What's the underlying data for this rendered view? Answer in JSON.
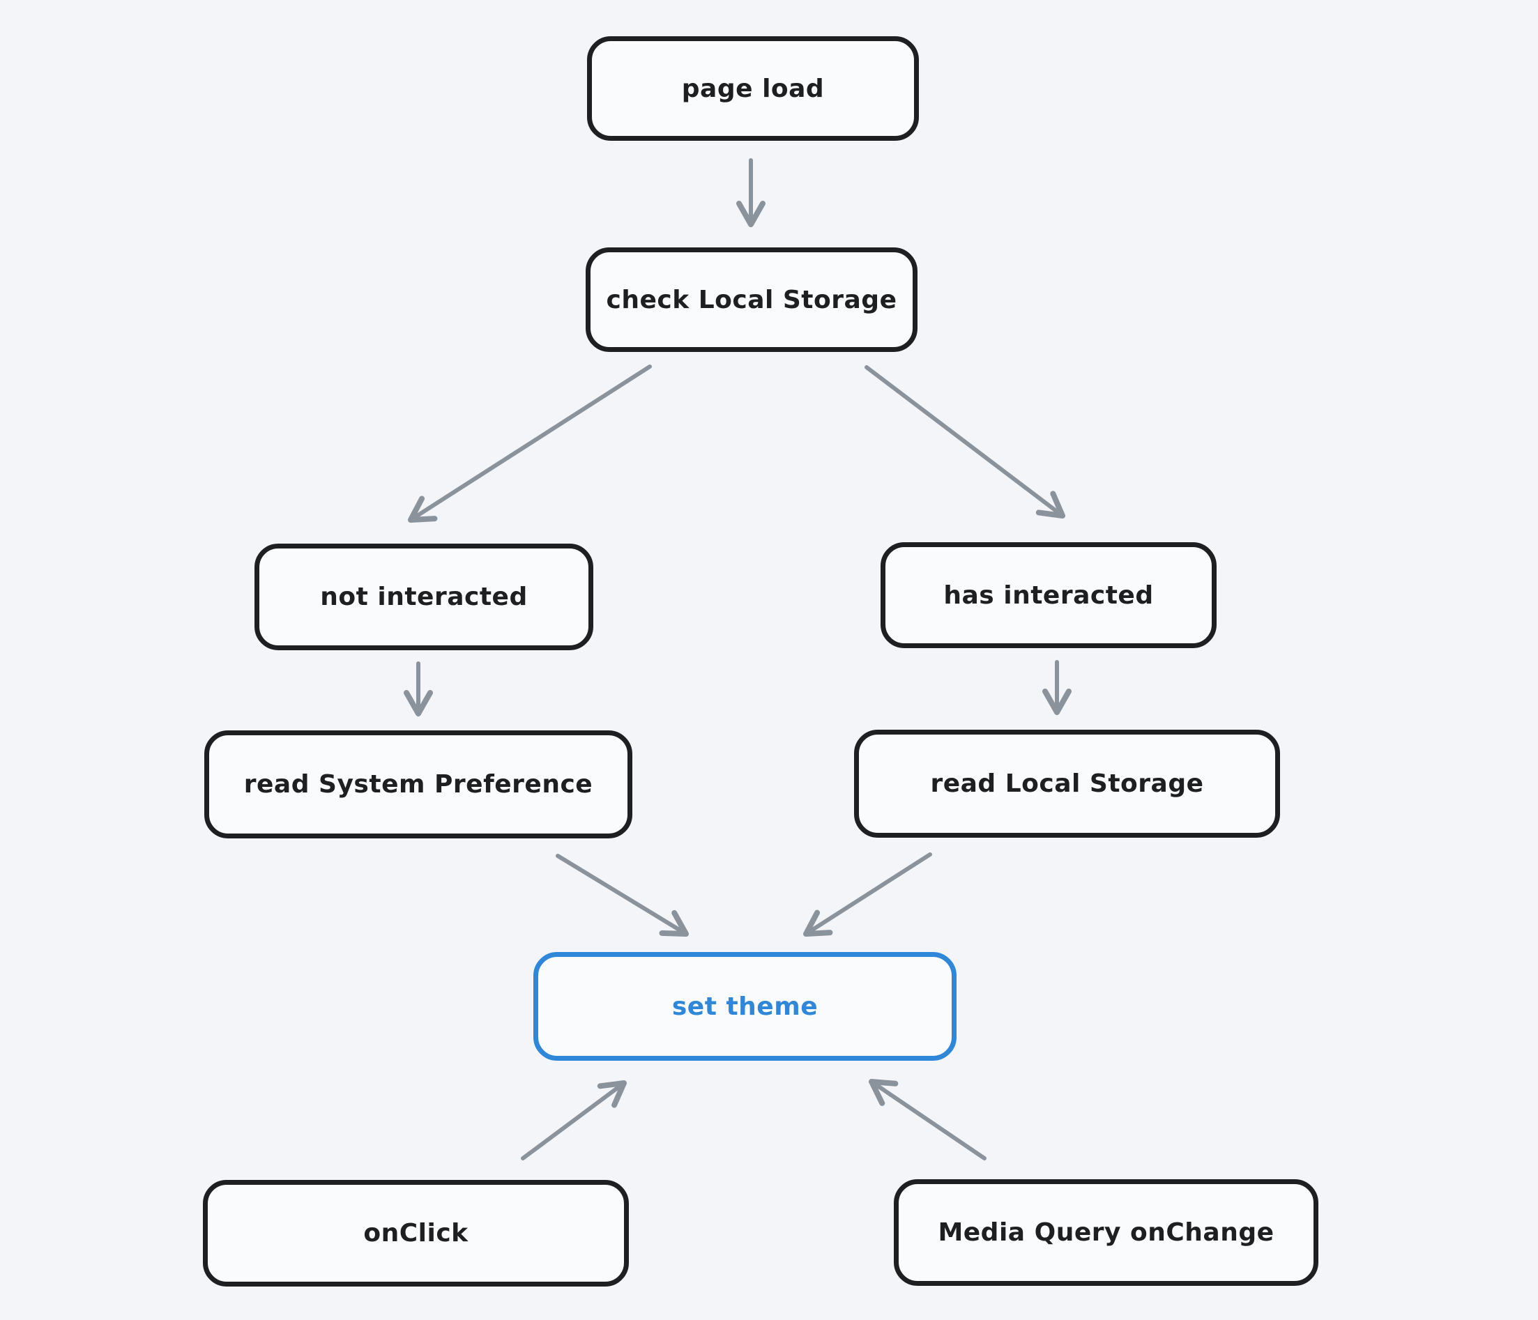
{
  "diagram": {
    "type": "flowchart",
    "nodes": [
      {
        "id": "page-load",
        "label": "page load",
        "variant": "default"
      },
      {
        "id": "check-local-storage",
        "label": "check Local Storage",
        "variant": "default"
      },
      {
        "id": "not-interacted",
        "label": "not interacted",
        "variant": "default"
      },
      {
        "id": "has-interacted",
        "label": "has interacted",
        "variant": "default"
      },
      {
        "id": "read-system-pref",
        "label": "read System Preference",
        "variant": "default"
      },
      {
        "id": "read-local-storage",
        "label": "read Local Storage",
        "variant": "default"
      },
      {
        "id": "set-theme",
        "label": "set theme",
        "variant": "accent"
      },
      {
        "id": "onclick",
        "label": "onClick",
        "variant": "default"
      },
      {
        "id": "media-query-onchange",
        "label": "Media Query onChange",
        "variant": "default"
      }
    ],
    "edges": [
      {
        "from": "page-load",
        "to": "check-local-storage"
      },
      {
        "from": "check-local-storage",
        "to": "not-interacted"
      },
      {
        "from": "check-local-storage",
        "to": "has-interacted"
      },
      {
        "from": "not-interacted",
        "to": "read-system-pref"
      },
      {
        "from": "has-interacted",
        "to": "read-local-storage"
      },
      {
        "from": "read-system-pref",
        "to": "set-theme"
      },
      {
        "from": "read-local-storage",
        "to": "set-theme"
      },
      {
        "from": "onclick",
        "to": "set-theme"
      },
      {
        "from": "media-query-onchange",
        "to": "set-theme"
      }
    ]
  },
  "colors": {
    "background": "#f4f5f8",
    "node_fill": "#fafbfd",
    "node_stroke": "#1d1f21",
    "text": "#1d1f21",
    "accent": "#2e87d8",
    "arrow": "#8a929c"
  }
}
